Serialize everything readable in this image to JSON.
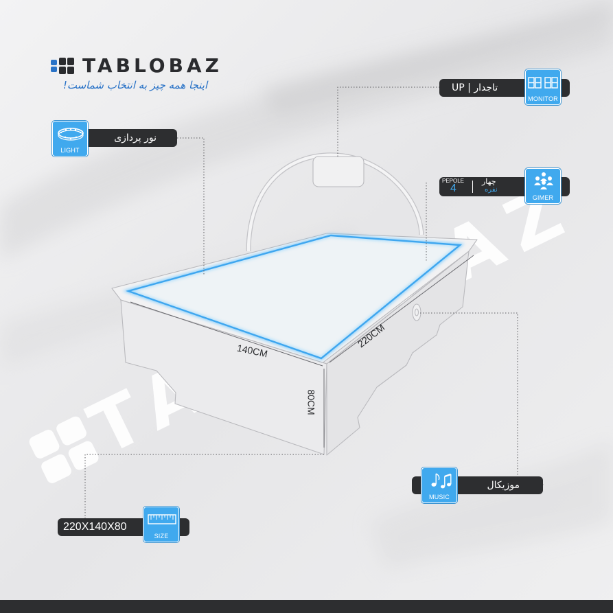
{
  "brand": {
    "name": "TABLOBAZ",
    "tagline": "اینجا همه چیز به انتخاب شماست!",
    "watermark": "TABLOBAZ",
    "accent_color": "#40a9ee",
    "dark_color": "#2d2e30"
  },
  "features": {
    "monitor": {
      "label": "تاجدار | UP",
      "caption": "MONITOR",
      "icon": "scoreboard-icon"
    },
    "light": {
      "label": "نور پردازی",
      "caption": "LIGHT",
      "icon": "led-ring-icon"
    },
    "gimer": {
      "label_top": "چهار",
      "label_bottom": "نفره",
      "people_word": "PEPOLE",
      "people_count": "4",
      "caption": "GIMER",
      "icon": "people-group-icon"
    },
    "music": {
      "label": "موزیکال",
      "caption": "MUSIC",
      "icon": "music-notes-icon"
    },
    "size": {
      "label": "220X140X80",
      "caption": "SIZE",
      "icon": "ruler-icon"
    }
  },
  "dimensions": {
    "width": "140CM",
    "length": "220CM",
    "height": "80CM"
  }
}
